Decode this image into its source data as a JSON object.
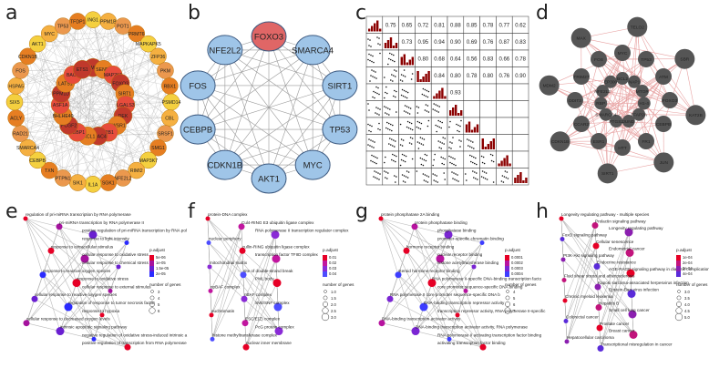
{
  "panels": {
    "a": {
      "label": "a"
    },
    "b": {
      "label": "b"
    },
    "c": {
      "label": "c"
    },
    "d": {
      "label": "d"
    },
    "e": {
      "label": "e"
    },
    "f": {
      "label": "f"
    },
    "g": {
      "label": "g"
    },
    "h": {
      "label": "h"
    }
  },
  "panel_a": {
    "nodes": [
      "ING1",
      "PPM1B",
      "POT1",
      "PRMT6",
      "MAPKAPK5",
      "ZFP36",
      "PKM",
      "RBX1",
      "PSMD14",
      "CBL",
      "SRSF1",
      "SMG1",
      "MAP3K7",
      "RIMI2",
      "NFE2L2",
      "SGK1",
      "IL1A",
      "SIK1",
      "PTPN1",
      "TXN",
      "CEBPB",
      "SMARCA4",
      "RAD21",
      "ACLY",
      "SIX5",
      "HSPA5",
      "FOS",
      "CDKN1B",
      "AKT1",
      "MYC",
      "TP53",
      "TFDP1",
      "BMI1",
      "SENP7",
      "MAP2K1",
      "FOXO3",
      "SIRT1",
      "LGALS3",
      "DEK",
      "EWSR1",
      "IRB1",
      "HDAC4",
      "CXCL1",
      "FEBP1",
      "PCGF2",
      "BHLHE40",
      "ASF1A",
      "PPM1D",
      "LATS1",
      "BAG3",
      "ETS1"
    ]
  },
  "panel_b": {
    "nodes": [
      "FOXO3",
      "SMARCA4",
      "SIRT1",
      "TP53",
      "MYC",
      "AKT1",
      "CDKN1B",
      "CEBPB",
      "FOS",
      "NFE2L2"
    ]
  },
  "panel_c": {
    "values": [
      "0.75",
      "0.65",
      "0.72",
      "0.81",
      "0.88",
      "0.85",
      "0.78",
      "0.77",
      "0.62",
      "0.73",
      "0.95",
      "0.94",
      "0.90",
      "0.69",
      "0.76",
      "0.87",
      "0.83",
      "0.80",
      "0.68",
      "0.64",
      "0.56",
      "0.83",
      "0.66",
      "0.78",
      "0.84",
      "0.80",
      "0.78",
      "0.80",
      "0.76",
      "0.90",
      "0.93"
    ]
  },
  "panel_d": {
    "nodes": [
      "TELO2",
      "SBR",
      "KAT2B",
      "JUN",
      "SIRT1",
      "CDKN1B",
      "MDM2",
      "MAX",
      "MYC",
      "TP53",
      "ATM",
      "FOXO3",
      "CEBPB",
      "FR1",
      "HTT",
      "ESR1",
      "CCAR2",
      "DDIT3",
      "TRIM27",
      "FOS",
      "BCL2",
      "NAP1",
      "MTOR",
      "H1-4",
      "TFAP2A",
      "JUND",
      "PTGS2",
      "SMARCA4",
      "RBP",
      "NFE2L2",
      "EP300"
    ]
  },
  "panel_e": {
    "terms": [
      "regulation of pri-miRNA transcription by RNA polymerase",
      "pri-miRNA transcription by RNA polymerase II",
      "positive regulation of pri-miRNA transcription by RNA pol",
      "response to light intensity",
      "response to extracellular stimulus",
      "cellular response to oxidative stress",
      "cellular response to chemical stress",
      "response to reactive oxygen species",
      "response to oxidative stress",
      "cellular response to external stimulus",
      "cellular response to reactive oxygen species",
      "regulation of response to tumor necrosis factor",
      "response to hypoxia",
      "cellular response to decreased oxygen levels",
      "intrinsic apoptotic signaling pathway",
      "negative regulation of oxidative stress-induced intrinsic a",
      "positive regulation of transcription from RNA polymerase"
    ],
    "legend_title": "p.adjust",
    "legend_values": [
      "5e-06",
      "1e-05",
      "1.5e-05",
      "2e-05"
    ],
    "size_title": "number of genes",
    "size_values": [
      "3",
      "4",
      "5",
      "6"
    ]
  },
  "panel_f": {
    "terms": [
      "protein-DNA complex",
      "Cul4-RING E3 ubiquitin ligase complex",
      "RNA polymerase II transcription regulator complex",
      "nuclear periphery",
      "cullin-RING ubiquitin ligase complex",
      "transcription factor TFIID complex",
      "mitochondrial matrix",
      "site of double-strand break",
      "PML body",
      "npBAF complex",
      "nBAF complex",
      "SWI/SNF complex",
      "euchromatin",
      "ESC/E(Z) complex",
      "PcG protein complex",
      "histone methyltransferase complex",
      "nuclear inner membrane"
    ],
    "legend_title": "p.adjust",
    "legend_values": [
      "0.01",
      "0.02",
      "0.03",
      "0.04"
    ],
    "size_title": "number of genes",
    "size_values": [
      "1.0",
      "1.5",
      "2.0",
      "2.5",
      "3.0"
    ]
  },
  "panel_g": {
    "terms": [
      "protein phosphatase 2A binding",
      "protein phosphatase binding",
      "phosphatase binding",
      "promoter-specific chromatin binding",
      "hormone receptor binding",
      "nuclear receptor binding",
      "histone acetyltransferase binding",
      "steroid hormone receptor binding",
      "RNA polymerase II-specific DNA-binding transcription facto",
      "core promoter sequence-specific DNA binding",
      "RNA polymerase II core promoter sequence-specific DNA b",
      "DNA-binding transcription repressor activity",
      "transcription repressor activity, RNA polymerase II-specific",
      "DNA-binding transcription activator activity",
      "DNA-binding transcription activator activity, RNA polymerase",
      "RNA polymerase II activating transcription factor binding",
      "activating transcription factor binding"
    ],
    "legend_title": "p.adjust",
    "legend_values": [
      "0.0001",
      "0.0002",
      "0.0003",
      "0.0004"
    ],
    "size_title": "number of genes",
    "size_values": [
      "4",
      "5",
      "6",
      "7"
    ]
  },
  "panel_h": {
    "terms": [
      "Longevity regulating pathway - multiple species",
      "Prolactin signaling pathway",
      "Longevity regulating pathway",
      "FoxO signaling pathway",
      "Cellular senescence",
      "Endometrial cancer",
      "PI3K-Akt signaling pathway",
      "Endocrine resistance",
      "AGE-RAGE signaling pathway in diabetic complications",
      "Fluid shear stress and atherosclerosis",
      "Kaposi sarcoma-associated herpesvirus infection",
      "Epstein-Barr virus infection",
      "Chronic myeloid leukemia",
      "Hepatitis B",
      "Small cell lung cancer",
      "Colorectal cancer",
      "Prostate cancer",
      "Breast cancer",
      "Hepatocellular carcinoma",
      "Transcriptional misregulation in cancer"
    ],
    "legend_title": "p.adjust",
    "legend_values": [
      "1e-04",
      "2e-04",
      "3e-04",
      "4e-04"
    ],
    "size_title": "number of genes",
    "size_values": [
      "3.0",
      "3.5",
      "4.0",
      "4.5",
      "5.0"
    ]
  }
}
